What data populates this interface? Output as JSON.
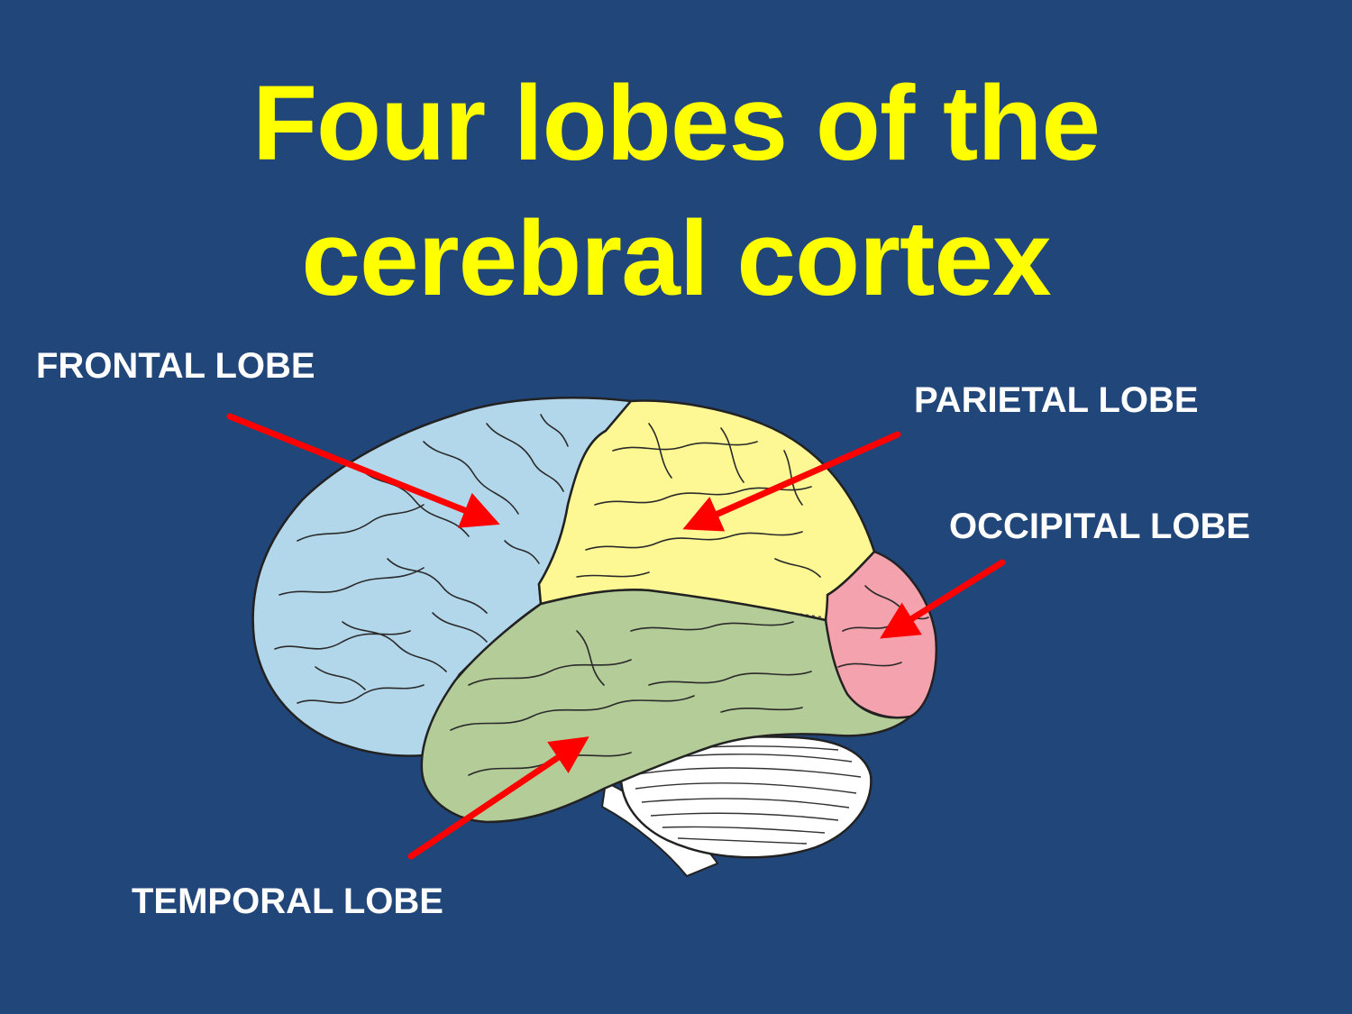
{
  "slide": {
    "title_line1": "Four lobes of the",
    "title_line2": "cerebral cortex"
  },
  "labels": {
    "frontal": "FRONTAL LOBE",
    "parietal": "PARIETAL LOBE",
    "occipital": "OCCIPITAL LOBE",
    "temporal": "TEMPORAL LOBE"
  },
  "colors": {
    "background": "#21467a",
    "title": "#ffff00",
    "label": "#ffffff",
    "arrow": "#ff0000",
    "frontal": "#b3d7ea",
    "parietal": "#fdf894",
    "occipital": "#f4a2ae",
    "temporal": "#b4cc98",
    "cerebellum": "#ffffff"
  }
}
